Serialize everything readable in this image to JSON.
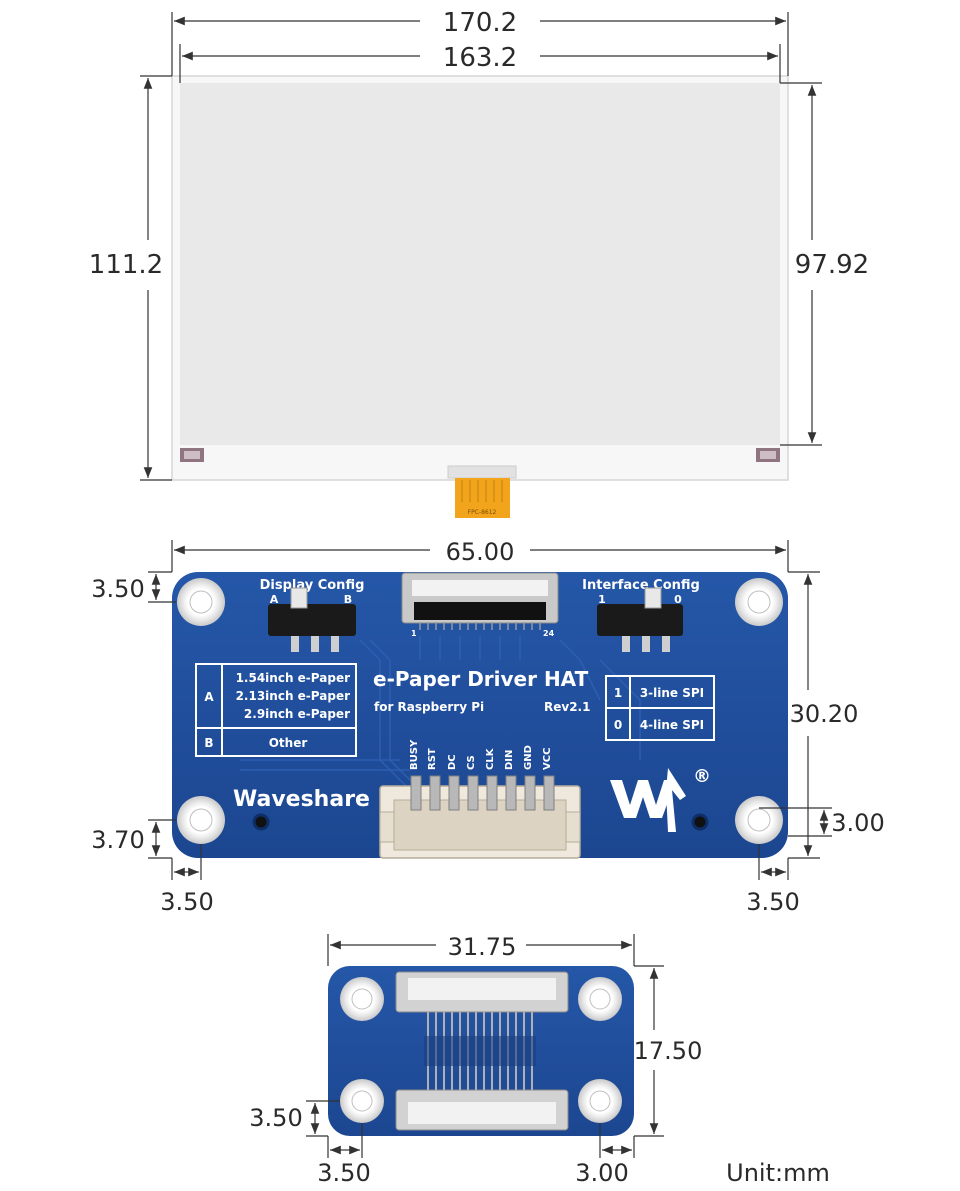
{
  "panel": {
    "dimensions": {
      "outer_width": "170.2",
      "active_width": "163.2",
      "outer_height": "111.2",
      "active_height": "97.92"
    },
    "fpc_label": "FPC-8612"
  },
  "driver_board": {
    "dimensions": {
      "width": "65.00",
      "height": "30.20",
      "hole_top_offset": "3.50",
      "hole_bottom_offset": "3.70",
      "hole_left_offset": "3.50",
      "hole_right_offset": "3.50",
      "hole_right_bottom_offset": "3.00"
    },
    "display_config": {
      "title": "Display Config",
      "opt_a": "A",
      "opt_b": "B"
    },
    "interface_config": {
      "title": "Interface Config",
      "opt_1": "1",
      "opt_0": "0"
    },
    "board_title": "e-Paper Driver HAT",
    "board_subtitle": "for Raspberry Pi",
    "revision": "Rev2.1",
    "display_table": [
      {
        "key": "A",
        "lines": [
          "1.54inch e-Paper",
          "2.13inch e-Paper",
          "2.9inch e-Paper"
        ]
      },
      {
        "key": "B",
        "lines": [
          "Other"
        ]
      }
    ],
    "interface_table": [
      {
        "key": "1",
        "label": "3-line SPI"
      },
      {
        "key": "0",
        "label": "4-line SPI"
      }
    ],
    "pins": [
      "BUSY",
      "RST",
      "DC",
      "CS",
      "CLK",
      "DIN",
      "GND",
      "VCC"
    ],
    "brand": "Waveshare",
    "registered_mark": "®",
    "fpc_pin_1": "1",
    "fpc_pin_24": "24"
  },
  "adapter_board": {
    "dimensions": {
      "width": "31.75",
      "height": "17.50",
      "hole_bottom_offset": "3.50",
      "hole_left_offset": "3.50",
      "hole_right_offset": "3.00"
    }
  },
  "unit_label": "Unit:mm",
  "colors": {
    "pcb_blue": "#1f4e9a",
    "silkscreen": "#ffffff",
    "fpc_amber": "#f2a51c",
    "panel_gray": "#ececec",
    "dimension_line": "#333333"
  }
}
